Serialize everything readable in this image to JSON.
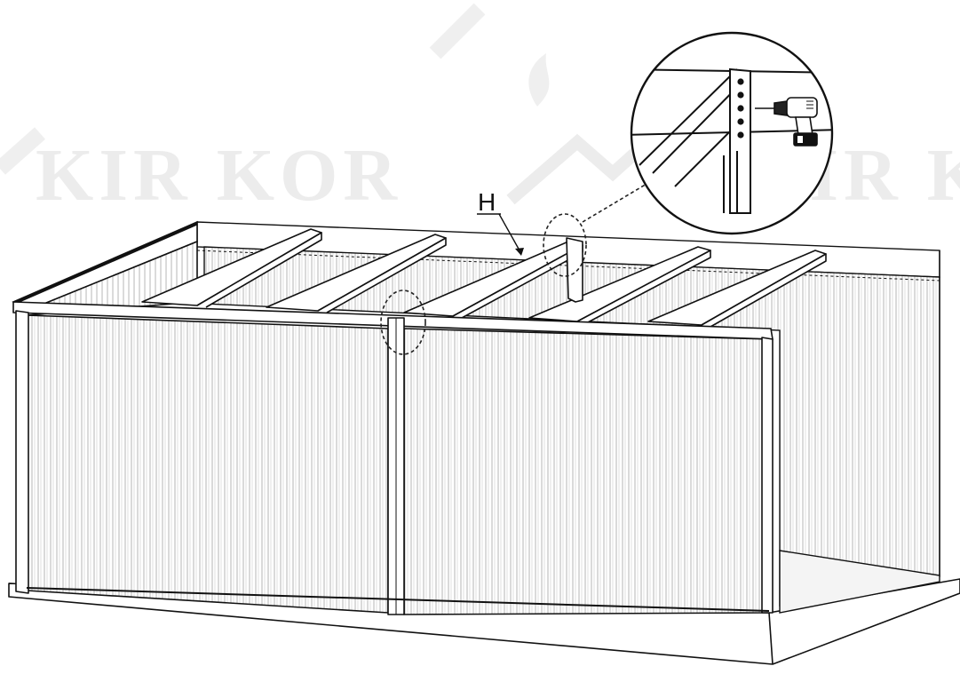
{
  "diagram": {
    "part_label": "H",
    "watermark_left": "KIR KOR",
    "watermark_right": "KIR K",
    "colors": {
      "line": "#111111",
      "fill": "#ffffff",
      "corrugation": "#b8b8b8",
      "watermark": "#ececec"
    },
    "icons": [
      "drill-icon",
      "screw-holes",
      "magnifier-callout"
    ]
  }
}
